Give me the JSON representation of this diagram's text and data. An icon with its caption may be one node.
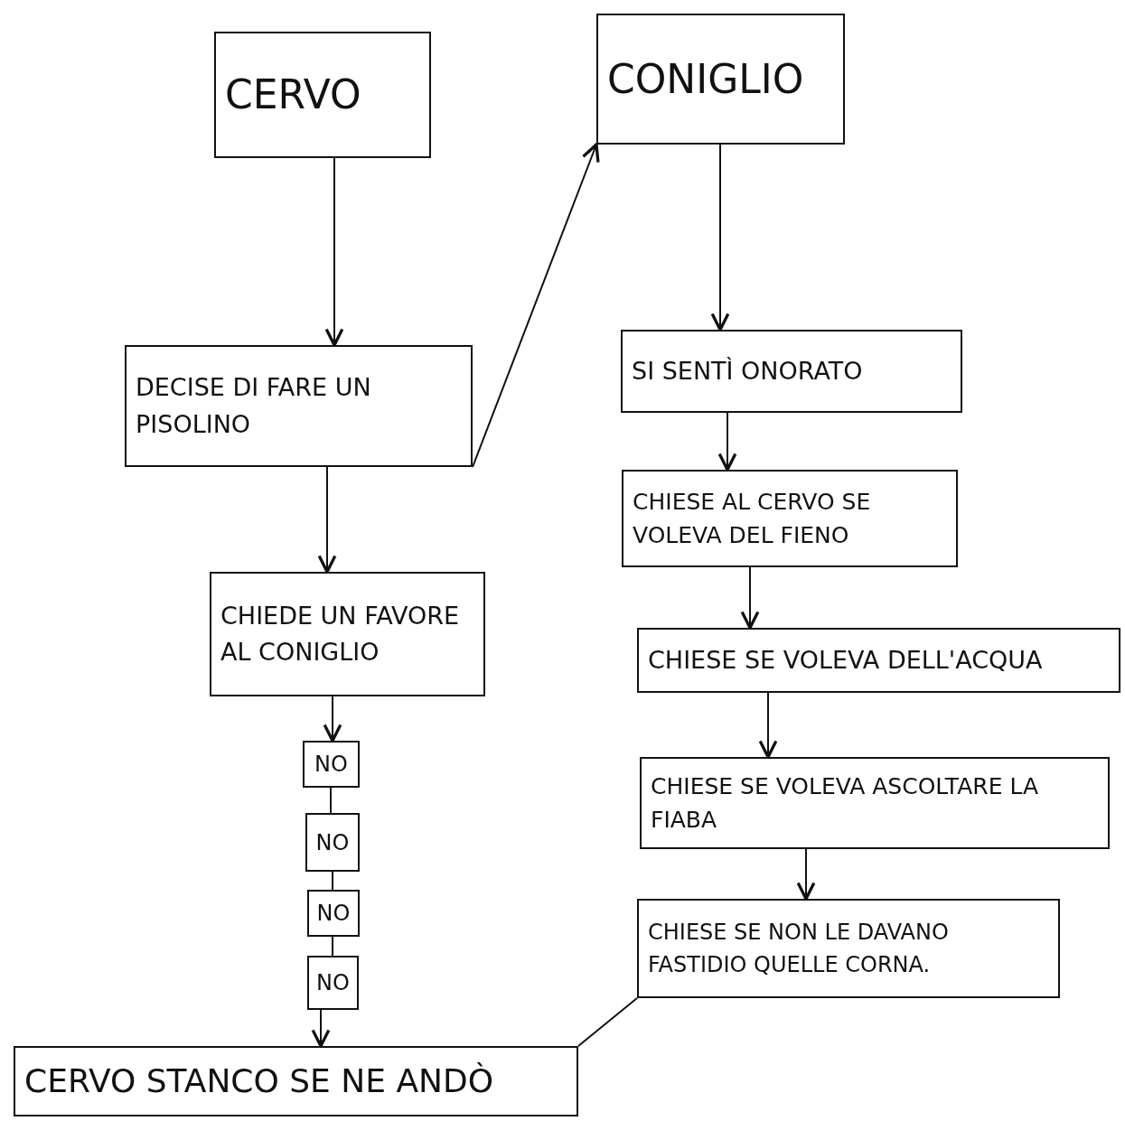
{
  "diagram": {
    "nodes": [
      {
        "text": [
          "CERVO"
        ]
      },
      {
        "text": [
          "CONIGLIO"
        ]
      },
      {
        "text": [
          "DECISE DI FARE UN PISOLINO"
        ]
      },
      {
        "text": [
          "SI SENTÌ ONORATO"
        ]
      },
      {
        "text": [
          "CHIESE AL CERVO SE VOLEVA DEL FIENO"
        ]
      },
      {
        "text": [
          "CHIEDE UN FAVORE AL CONIGLIO"
        ]
      },
      {
        "text": [
          "CHIESE SE VOLEVA DELL'ACQUA"
        ]
      },
      {
        "text": [
          "NO"
        ]
      },
      {
        "text": [
          "CHIESE SE VOLEVA ASCOLTARE LA FIABA"
        ]
      },
      {
        "text": [
          "NO"
        ]
      },
      {
        "text": [
          "CHIESE SE NON LE DAVANO FASTIDIO QUELLE CORNA."
        ]
      },
      {
        "text": [
          "NO"
        ]
      },
      {
        "text": [
          "NO"
        ]
      },
      {
        "text": [
          "CERVO STANCO SE NE ANDÒ"
        ]
      }
    ],
    "edges": [
      {
        "from": 0,
        "to": 2,
        "arrow": "to"
      },
      {
        "from": 2,
        "to": 1,
        "arrow": "to"
      },
      {
        "from": 1,
        "to": 3,
        "arrow": "to"
      },
      {
        "from": 3,
        "to": 4,
        "arrow": "to"
      },
      {
        "from": 4,
        "to": 6,
        "arrow": "to"
      },
      {
        "from": 6,
        "to": 8,
        "arrow": "to"
      },
      {
        "from": 8,
        "to": 10,
        "arrow": "to"
      },
      {
        "from": 2,
        "to": 5,
        "arrow": "to"
      },
      {
        "from": 5,
        "to": 7,
        "arrow": "to"
      },
      {
        "from": 7,
        "to": 9,
        "arrow": "none"
      },
      {
        "from": 9,
        "to": 11,
        "arrow": "none"
      },
      {
        "from": 11,
        "to": 12,
        "arrow": "none"
      },
      {
        "from": 12,
        "to": 13,
        "arrow": "to"
      },
      {
        "from": 10,
        "to": 13,
        "arrow": "none"
      }
    ]
  }
}
